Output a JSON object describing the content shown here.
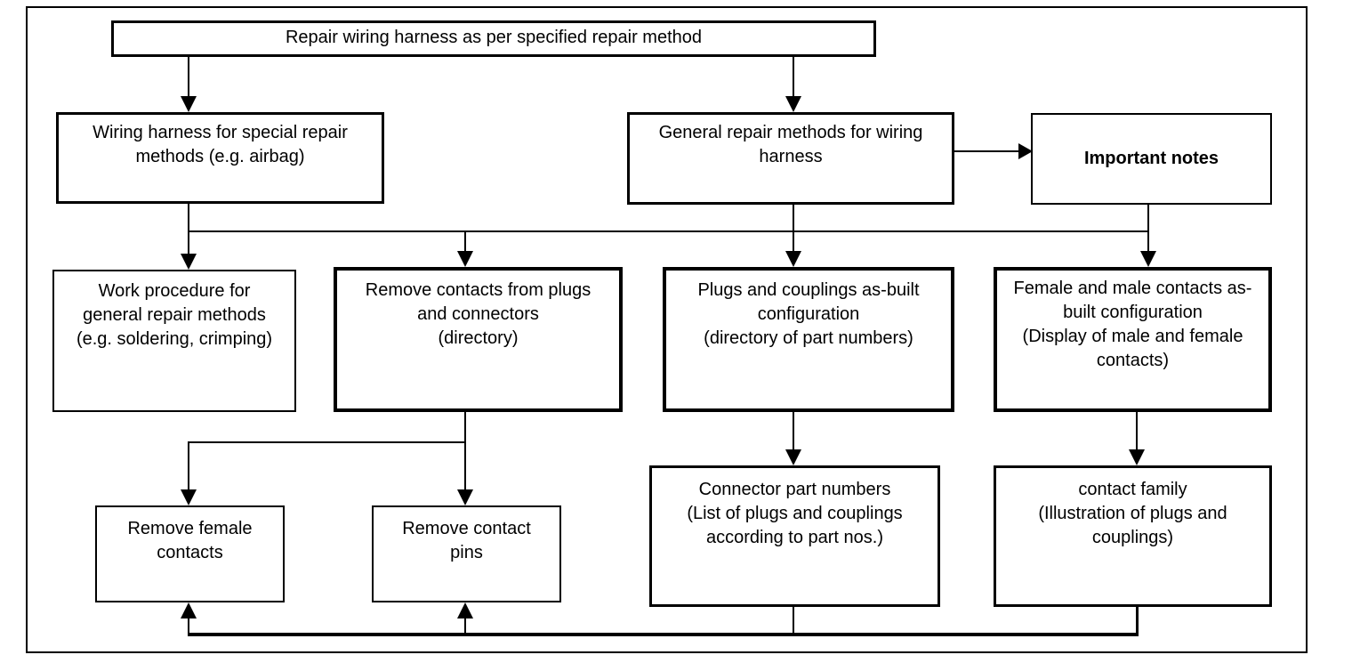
{
  "diagram": {
    "title": "Repair wiring harness flowchart",
    "colors": {
      "line": "#000000",
      "box_background": "#ffffff",
      "text": "#000000"
    },
    "nodes": {
      "root": {
        "label": "Repair wiring harness as per specified repair method",
        "lines": [
          "Repair wiring harness as per specified repair method"
        ]
      },
      "special_repair": {
        "label": "Wiring harness for special repair methods (e.g. airbag)",
        "lines": [
          "Wiring harness for special repair",
          "methods (e.g. airbag)"
        ]
      },
      "general_repair": {
        "label": "General repair methods for wiring harness",
        "lines": [
          "General repair methods for wiring",
          "harness"
        ]
      },
      "important_notes": {
        "label": "Important notes",
        "lines": [
          "Important notes"
        ]
      },
      "work_procedure": {
        "label": "Work procedure for general repair methods (e.g. soldering, crimping)",
        "lines": [
          "Work procedure for",
          "general repair methods",
          "(e.g. soldering, crimping)"
        ]
      },
      "remove_contacts": {
        "label": "Remove contacts from plugs and connectors (directory)",
        "lines": [
          "Remove contacts from plugs",
          "and connectors",
          "(directory)"
        ]
      },
      "plugs_couplings": {
        "label": "Plugs and couplings as-built configuration (directory of part numbers)",
        "lines": [
          "Plugs and couplings as-built",
          "configuration",
          "(directory of part numbers)"
        ]
      },
      "female_male_contacts": {
        "label": "Female and male contacts as-built configuration (Display of male and female contacts)",
        "lines": [
          "Female and male contacts as-",
          "built configuration",
          "(Display of male and female",
          "contacts)"
        ]
      },
      "remove_female_contacts": {
        "label": "Remove female contacts",
        "lines": [
          "Remove female",
          "contacts"
        ]
      },
      "remove_contact_pins": {
        "label": "Remove contact pins",
        "lines": [
          "Remove contact",
          "pins"
        ]
      },
      "connector_part_numbers": {
        "label": "Connector part numbers (List of plugs and couplings according to part nos.)",
        "lines": [
          "Connector part numbers",
          "(List of plugs and couplings",
          "according to part nos.)"
        ]
      },
      "contact_family": {
        "label": "contact family (Illustration of plugs and couplings)",
        "lines": [
          "contact family",
          "(Illustration of plugs and",
          "couplings)"
        ]
      }
    },
    "edges": [
      {
        "from": "root",
        "to": "special_repair"
      },
      {
        "from": "root",
        "to": "general_repair"
      },
      {
        "from": "general_repair",
        "to": "important_notes"
      },
      {
        "from": "special_repair",
        "to": "work_procedure"
      },
      {
        "from": "special_repair",
        "to": "remove_contacts"
      },
      {
        "from": "general_repair",
        "to": "plugs_couplings"
      },
      {
        "from": "important_notes",
        "to": "female_male_contacts"
      },
      {
        "from": "remove_contacts",
        "to": "remove_female_contacts"
      },
      {
        "from": "remove_contacts",
        "to": "remove_contact_pins"
      },
      {
        "from": "plugs_couplings",
        "to": "connector_part_numbers"
      },
      {
        "from": "female_male_contacts",
        "to": "contact_family"
      },
      {
        "from": "connector_part_numbers",
        "to": "remove_female_contacts"
      },
      {
        "from": "connector_part_numbers",
        "to": "remove_contact_pins"
      },
      {
        "from": "contact_family",
        "to": "remove_female_contacts"
      },
      {
        "from": "contact_family",
        "to": "remove_contact_pins"
      }
    ]
  }
}
